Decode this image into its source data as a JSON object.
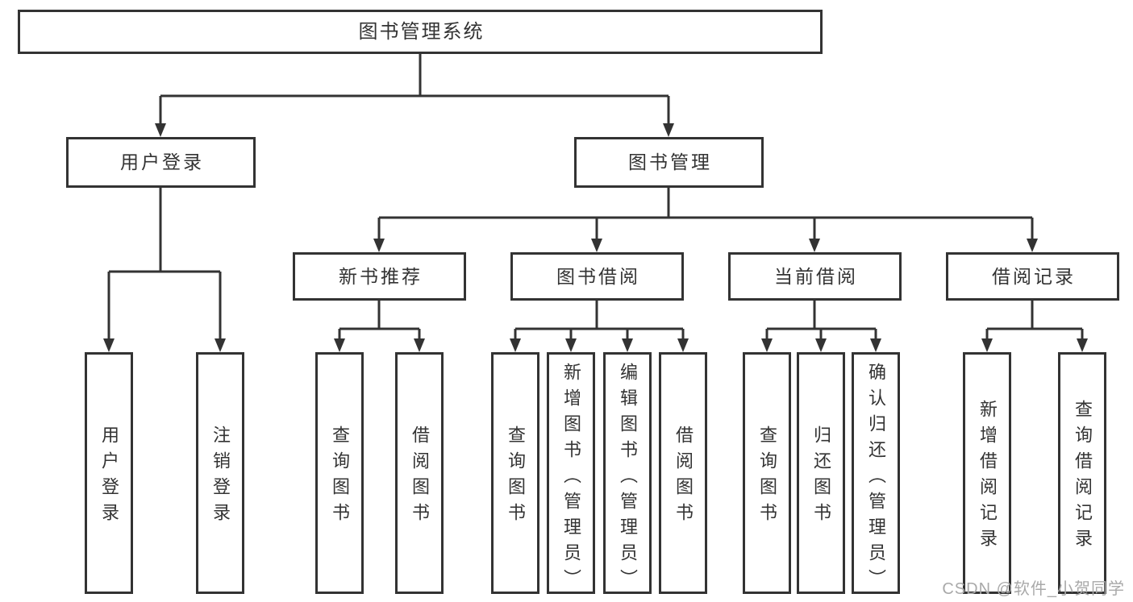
{
  "diagram": {
    "title": "图书管理系统",
    "level2": [
      {
        "label": "用户登录"
      },
      {
        "label": "图书管理"
      }
    ],
    "level3": [
      {
        "label": "新书推荐"
      },
      {
        "label": "图书借阅"
      },
      {
        "label": "当前借阅"
      },
      {
        "label": "借阅记录"
      }
    ],
    "leaves": [
      {
        "label": "用户登录"
      },
      {
        "label": "注销登录"
      },
      {
        "label": "查询图书"
      },
      {
        "label": "借阅图书"
      },
      {
        "label": "查询图书"
      },
      {
        "label": "新增图书（管理员）"
      },
      {
        "label": "编辑图书（管理员）"
      },
      {
        "label": "借阅图书"
      },
      {
        "label": "查询图书"
      },
      {
        "label": "归还图书"
      },
      {
        "label": "确认归还（管理员）"
      },
      {
        "label": "新增借阅记录"
      },
      {
        "label": "查询借阅记录"
      }
    ]
  },
  "watermark": "CSDN @软件_小贺同学",
  "colors": {
    "line": "#333333",
    "text": "#333333",
    "watermark": "#a9a9a9",
    "background": "#ffffff"
  }
}
